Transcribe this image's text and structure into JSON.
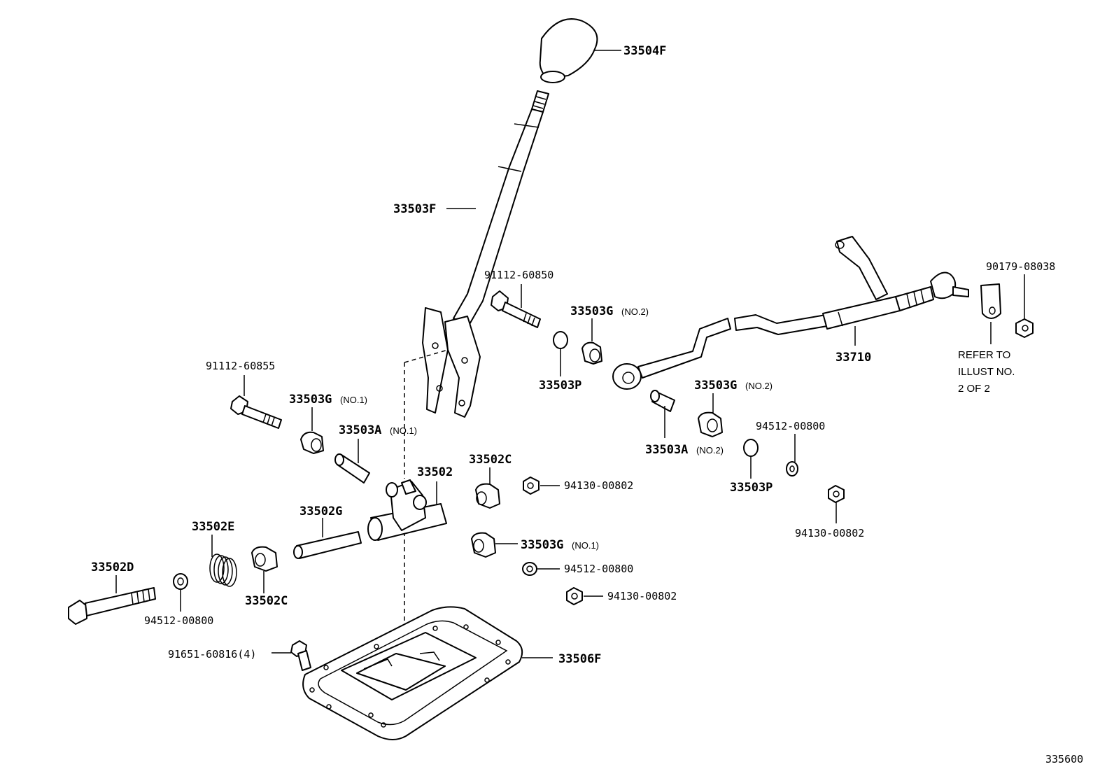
{
  "labels": {
    "p33504F": "33504F",
    "p33503F": "33503F",
    "p91112_60850": "91112-60850",
    "p33503G_no2_top": "33503G",
    "no2_a": "(NO.2)",
    "p33503P_a": "33503P",
    "p91112_60855": "91112-60855",
    "p33503G_no1_a": "33503G",
    "no1_a": "(NO.1)",
    "p33503A_no1": "33503A",
    "no1_b": "(NO.1)",
    "p33502": "33502",
    "p33502C_top": "33502C",
    "p94130_00802_a": "94130-00802",
    "p33502G": "33502G",
    "p33502E": "33502E",
    "p33503G_no1_b": "33503G",
    "no1_c": "(NO.1)",
    "p94512_00800_a": "94512-00800",
    "p94130_00802_b": "94130-00802",
    "p33502D": "33502D",
    "p94512_00800_b": "94512-00800",
    "p33502C_bot": "33502C",
    "p91651_60816": "91651-60816(4)",
    "p33506F": "33506F",
    "p33710": "33710",
    "p90179_08038": "90179-08038",
    "refer_1": "REFER TO",
    "refer_2": "ILLUST NO.",
    "refer_3": "2 OF 2",
    "p33503G_no2_b": "33503G",
    "no2_b": "(NO.2)",
    "p33503A_no2": "33503A",
    "no2_c": "(NO.2)",
    "p94512_00800_c": "94512-00800",
    "p33503P_b": "33503P",
    "p94130_00802_c": "94130-00802",
    "figure_no": "335600"
  }
}
